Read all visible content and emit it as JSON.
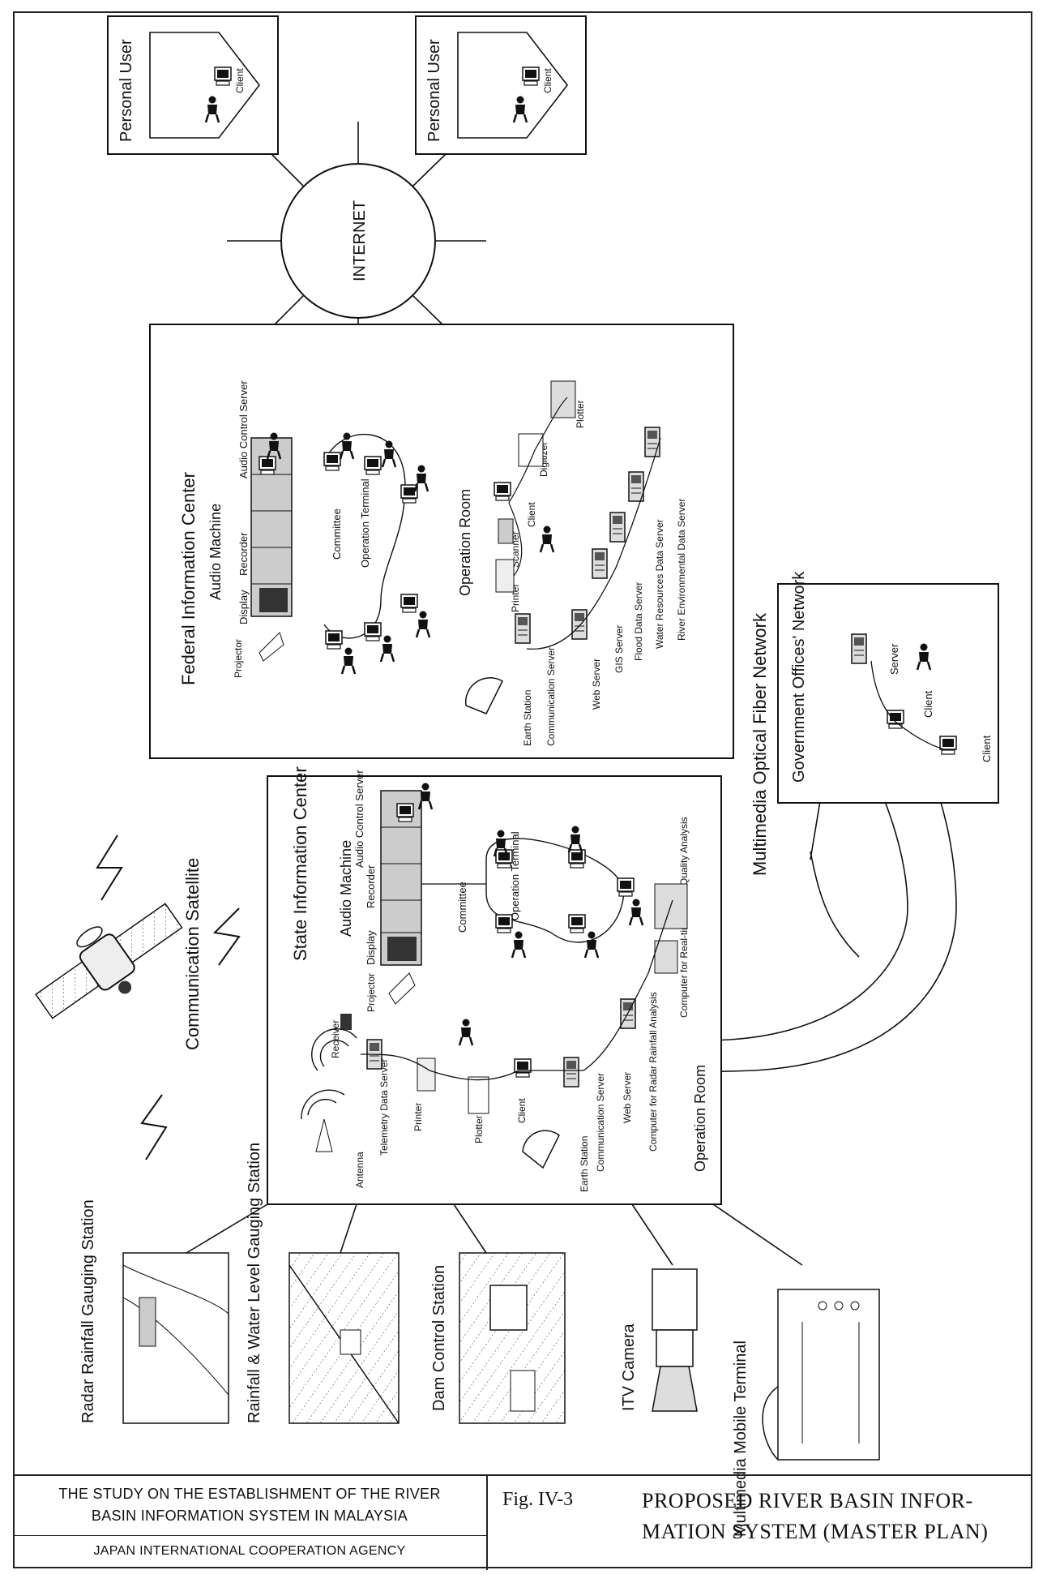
{
  "internet": {
    "label": "INTERNET"
  },
  "personal_users": [
    {
      "title": "Personal User",
      "device": "Client"
    },
    {
      "title": "Personal User",
      "device": "Client"
    }
  ],
  "federal": {
    "title": "Federal Information Center",
    "audio_machine": "Audio Machine",
    "audio_control_server": "Audio Control Server",
    "display": "Display",
    "recorder": "Recorder",
    "projector": "Projector",
    "committee": "Committee",
    "operation_terminal": "Operation Terminal",
    "operation_room": "Operation Room",
    "earth_station": "Earth Station",
    "communication_server": "Communication Server",
    "web_server": "Web Server",
    "gis_server": "GIS Server",
    "flood_server": "Flood Data Server",
    "water_resources_server": "Water Resources Data Server",
    "river_env_server": "River Environmental Data Server",
    "printer": "Printer",
    "scanner": "Scanner",
    "client": "Client",
    "digitizer": "Digitizer",
    "plotter": "Plotter"
  },
  "government": {
    "title": "Government Offices' Network",
    "server": "Server",
    "client1": "Client",
    "client2": "Client"
  },
  "network_label": "Multimedia Optical Fiber Network",
  "satellite_label": "Communication Satellite",
  "state": {
    "title": "State Information Center",
    "audio_machine": "Audio Machine",
    "audio_control_server": "Audio Control Server",
    "display": "Display",
    "recorder": "Recorder",
    "projector": "Projector",
    "committee": "Committee",
    "operation_terminal": "Operation Terminal",
    "receiver": "Receiver",
    "antenna": "Antenna",
    "telemetry_server": "Telemetry Data Server",
    "printer": "Printer",
    "plotter": "Plotter",
    "client": "Client",
    "earth_station": "Earth Station",
    "communication_server": "Communication Server",
    "web_server": "Web Server",
    "radar_computer": "Computer for Radar Rainfall Analysis",
    "water_quality_computer": "Computer for Real-time Water Quality Analysis",
    "operation_room": "Operation Room"
  },
  "field_stations": [
    "Radar Rainfall Gauging Station",
    "Rainfall & Water Level Gauging Station",
    "Dam Control Station",
    "ITV Camera",
    "Multimedia Mobile Terminal"
  ],
  "footer": {
    "study_title_line1": "THE STUDY ON THE ESTABLISHMENT OF THE RIVER",
    "study_title_line2": "BASIN INFORMATION SYSTEM IN MALAYSIA",
    "agency": "JAPAN INTERNATIONAL COOPERATION AGENCY",
    "fig_number": "Fig. IV-3",
    "fig_title_line1": "PROPOSED RIVER BASIN INFOR-",
    "fig_title_line2": "MATION SYSTEM (MASTER PLAN)"
  }
}
